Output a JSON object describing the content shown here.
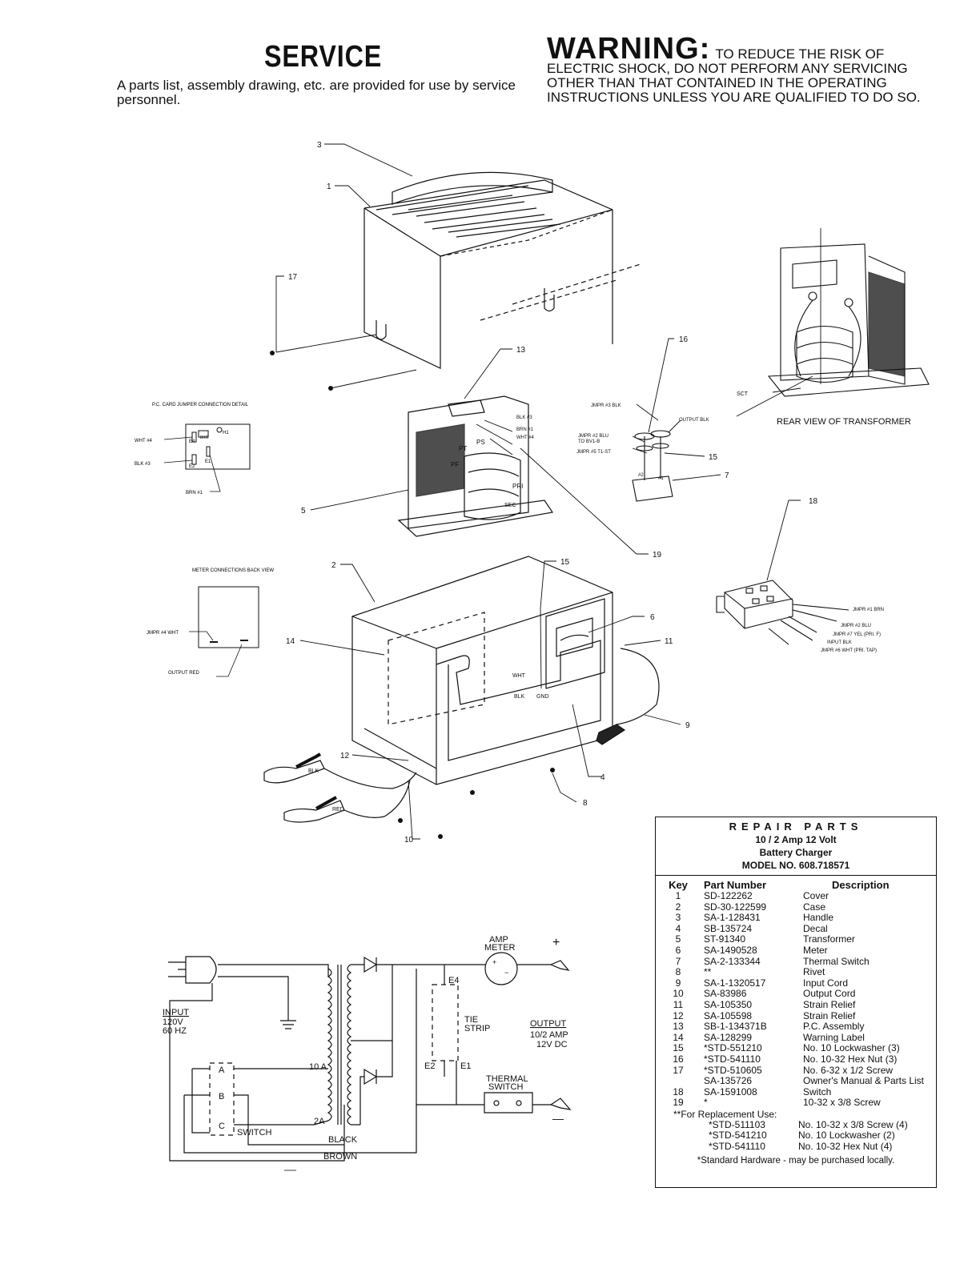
{
  "header": {
    "service_title": "SERVICE",
    "service_text": "A parts list, assembly drawing, etc. are provided for use by service personnel.",
    "warning_label": "WARNING:",
    "warning_text": "TO REDUCE THE RISK OF ELECTRIC SHOCK, DO NOT PERFORM ANY SERVICING OTHER THAN THAT CONTAINED IN THE OPERATING INSTRUCTIONS UNLESS YOU ARE QUALIFIED TO DO SO."
  },
  "drawing": {
    "callouts": [
      "3",
      "1",
      "17",
      "13",
      "16",
      "15",
      "7",
      "5",
      "19",
      "2",
      "15",
      "6",
      "11",
      "14",
      "9",
      "12",
      "4",
      "8",
      "10",
      "18",
      "SCT"
    ],
    "pc_card": {
      "title": "P.C. CARD JUMPER CONNECTION DETAIL",
      "wht4": "WHT #4",
      "blk3": "BLK #3",
      "brn1": "BRN #1",
      "e4": "E4",
      "e2": "E2",
      "e1": "E1",
      "h1": "H1",
      "bkr": "BKR"
    },
    "meter": {
      "title": "METER CONNECTIONS BACK VIEW",
      "jmpr4": "JMPR #4 WHT",
      "output_red": "OUTPUT RED"
    },
    "transformer_labels": {
      "blk3": "BLK #3",
      "brn1": "BRN #1",
      "wht4": "WHT #4",
      "ps": "PS",
      "pt": "PT",
      "pf": "PF",
      "pri": "PRI",
      "sec": "SEC"
    },
    "switch_labels": {
      "jmpr3": "JMPR #3 BLK",
      "output_blk": "OUTPUT BLK",
      "jmpr2": "JMPR #2 BLU",
      "to": "TO BV1-B",
      "jmpr5": "JMPR #5 T1-ST",
      "n2": "#2",
      "n1": "#1"
    },
    "rear_view": "REAR VIEW OF TRANSFORMER",
    "switch18": {
      "jmpr1": "JMPR #1 BRN",
      "jmpr2": "JMPR #2 BLU",
      "jmpr7": "JMPR #7 YEL (PRI. F)",
      "input": "INPUT BLK",
      "jmpr6": "JMPR #6 WHT (PRI. TAP)"
    },
    "case_labels": {
      "wht": "WHT",
      "blk": "BLK",
      "gnd": "GND",
      "clamp_blk": "BLK",
      "clamp_red": "RED"
    }
  },
  "schematic": {
    "input": "INPUT",
    "v120": "120V",
    "hz60": "60 HZ",
    "amp": "AMP",
    "meter": "METER",
    "e4": "E4",
    "e2": "E2",
    "e1": "E1",
    "tie": "TIE",
    "strip": "STRIP",
    "output": "OUTPUT",
    "amp_rating": "10/2 AMP",
    "vdc": "12V DC",
    "thermal": "THERMAL",
    "switch_lbl": "SWITCH",
    "a10": "10 A",
    "a2": "2A",
    "sw_a": "A",
    "sw_b": "B",
    "sw_c": "C",
    "switch": "SWITCH",
    "black": "BLACK",
    "brown": "BROWN",
    "plus": "+",
    "minus": "—",
    "mp": "+",
    "mm": "−"
  },
  "parts": {
    "title": "REPAIR PARTS",
    "line2": "10 / 2 Amp  12 Volt",
    "line3": "Battery Charger",
    "model": "MODEL NO. 608.718571",
    "col_key": "Key",
    "col_part": "Part Number",
    "col_desc": "Description",
    "rows": [
      {
        "key": "1",
        "part": "SD-122262",
        "desc": "Cover"
      },
      {
        "key": "2",
        "part": "SD-30-122599",
        "desc": "Case"
      },
      {
        "key": "3",
        "part": "SA-1-128431",
        "desc": "Handle"
      },
      {
        "key": "4",
        "part": "SB-135724",
        "desc": "Decal"
      },
      {
        "key": "5",
        "part": "ST-91340",
        "desc": "Transformer"
      },
      {
        "key": "6",
        "part": "SA-1490528",
        "desc": "Meter"
      },
      {
        "key": "7",
        "part": "SA-2-133344",
        "desc": "Thermal Switch"
      },
      {
        "key": "8",
        "part": "**",
        "desc": "Rivet"
      },
      {
        "key": "9",
        "part": "SA-1-1320517",
        "desc": "Input Cord"
      },
      {
        "key": "10",
        "part": "SA-83986",
        "desc": "Output Cord"
      },
      {
        "key": "11",
        "part": "SA-105350",
        "desc": "Strain Relief"
      },
      {
        "key": "12",
        "part": "SA-105598",
        "desc": "Strain Relief"
      },
      {
        "key": "13",
        "part": "SB-1-134371B",
        "desc": "P.C. Assembly"
      },
      {
        "key": "14",
        "part": "SA-128299",
        "desc": "Warning Label"
      },
      {
        "key": "15",
        "part": "*STD-551210",
        "desc": "No. 10 Lockwasher (3)"
      },
      {
        "key": "16",
        "part": "*STD-541110",
        "desc": "No. 10-32 Hex Nut (3)"
      },
      {
        "key": "17",
        "part": "*STD-510605",
        "desc": "No. 6-32 x 1/2 Screw"
      },
      {
        "key": "",
        "part": "SA-135726",
        "desc": "Owner's Manual & Parts List"
      },
      {
        "key": "18",
        "part": "SA-1591008",
        "desc": "Switch"
      },
      {
        "key": "19",
        "part": "*",
        "desc": "10-32 x 3/8 Screw"
      }
    ],
    "replacement_head": "**For Replacement Use:",
    "replacement": [
      {
        "part": "*STD-511103",
        "desc": "No. 10-32 x 3/8 Screw (4)"
      },
      {
        "part": "*STD-541210",
        "desc": "No. 10 Lockwasher (2)"
      },
      {
        "part": "*STD-541110",
        "desc": "No. 10-32 Hex Nut (4)"
      }
    ],
    "footnote": "*Standard Hardware - may be purchased locally."
  }
}
